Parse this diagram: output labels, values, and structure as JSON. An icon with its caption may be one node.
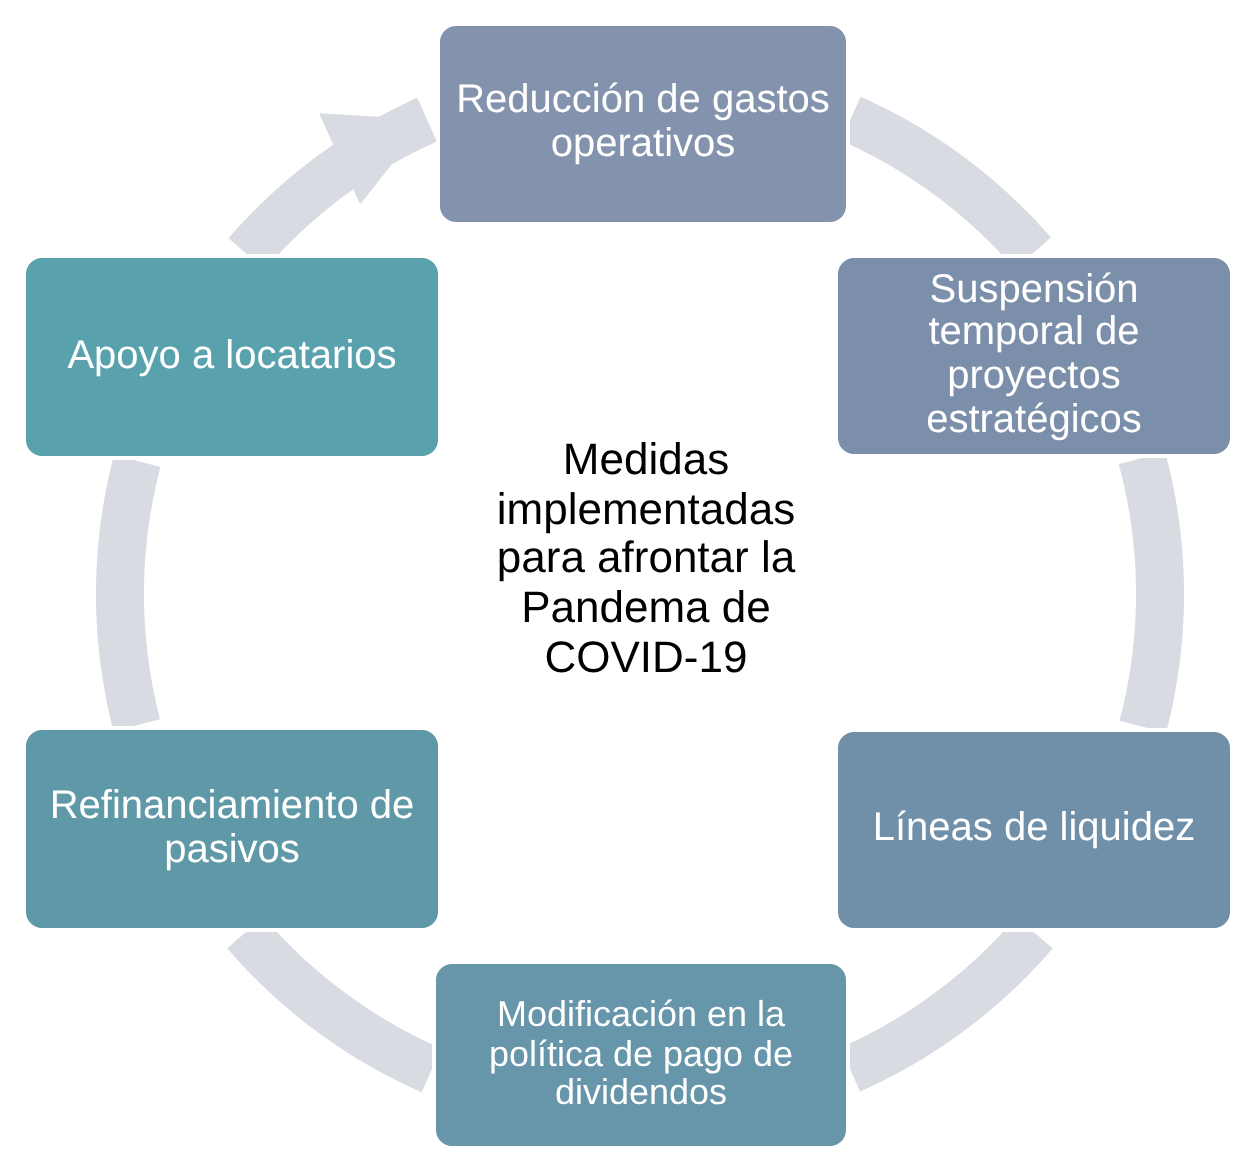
{
  "diagram": {
    "nodes": [
      {
        "text": [
          "Reducción de gastos operativos"
        ]
      },
      {
        "text": [
          "Suspensión temporal de proyectos estratégicos"
        ]
      },
      {
        "text": [
          "Líneas de liquidez"
        ]
      },
      {
        "text": [
          "Modificación en la política de pago de dividendos"
        ]
      },
      {
        "text": [
          "Refinanciamiento de pasivos"
        ]
      },
      {
        "text": [
          "Apoyo a locatarios"
        ]
      }
    ],
    "edges": [
      {
        "from": 0,
        "to": 1,
        "arrow": "none"
      },
      {
        "from": 1,
        "to": 2,
        "arrow": "none"
      },
      {
        "from": 2,
        "to": 3,
        "arrow": "none"
      },
      {
        "from": 3,
        "to": 4,
        "arrow": "none"
      },
      {
        "from": 4,
        "to": 5,
        "arrow": "none"
      },
      {
        "from": 5,
        "to": 0,
        "arrow": "to"
      }
    ],
    "labels": [
      "Medidas implementadas para afrontar la Pandema de COVID-19"
    ]
  }
}
